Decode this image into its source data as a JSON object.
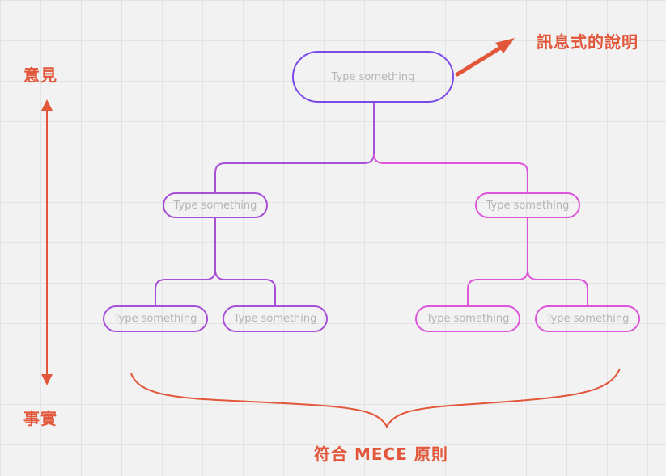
{
  "annotations": {
    "top_label": "意見",
    "bottom_label": "事實",
    "message_label": "訊息式的說明",
    "mece_label": "符合 MECE 原則"
  },
  "tree": {
    "root": "Type something",
    "left": {
      "label": "Type something",
      "children": [
        "Type something",
        "Type something"
      ]
    },
    "right": {
      "label": "Type something",
      "children": [
        "Type something",
        "Type something"
      ]
    }
  },
  "colors": {
    "accent": "#e2563a",
    "root_border": "#7b49e8",
    "left_branch": "#a84fd8",
    "right_branch": "#dd55d8",
    "placeholder_text": "#b5b5b5"
  }
}
